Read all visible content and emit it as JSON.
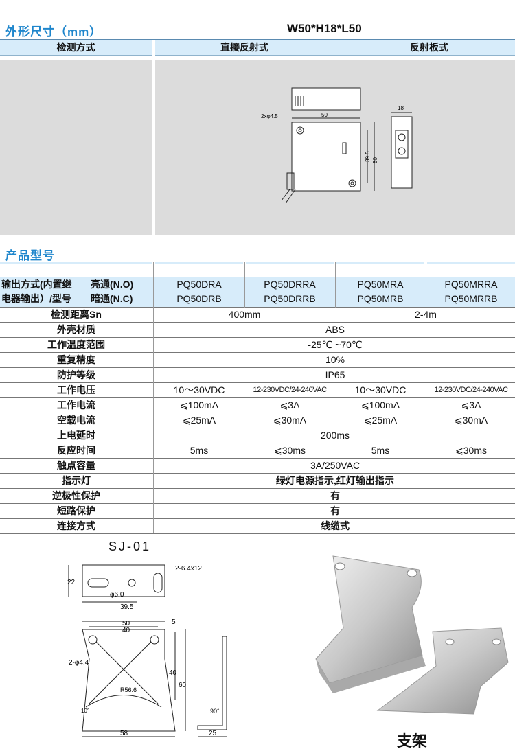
{
  "size_section": {
    "title": "外形尺寸（mm）",
    "dimension": "W50*H18*L50"
  },
  "size_header": {
    "detect_mode": "检测方式",
    "direct": "直接反射式",
    "reflector": "反射板式"
  },
  "drawing": {
    "hole": "2xφ4.5",
    "w50": "50",
    "h395": "39.5",
    "h50": "50",
    "w18": "18"
  },
  "model_section": {
    "title": "产品型号"
  },
  "model_rows": {
    "out_label_1": "输出方式(内置继",
    "out_label_2": "电器输出）/型号",
    "no_label": "亮通(N.O)",
    "nc_label": "暗通(N.C)",
    "no": [
      "PQ50DRA",
      "PQ50DRRA",
      "PQ50MRA",
      "PQ50MRRA"
    ],
    "nc": [
      "PQ50DRB",
      "PQ50DRRB",
      "PQ50MRB",
      "PQ50MRRB"
    ]
  },
  "spec_rows": [
    {
      "label": "检测距离Sn",
      "v1": "400mm",
      "v2": "2-4m"
    },
    {
      "label": "外壳材质",
      "all": "ABS"
    },
    {
      "label": "工作温度范围",
      "all": "-25℃ ~70℃"
    },
    {
      "label": "重复精度",
      "all": "10%"
    },
    {
      "label": "防护等级",
      "all": "IP65"
    },
    {
      "label": "工作电压",
      "c": [
        "10～30VDC",
        "12-230VDC/24-240VAC",
        "10～30VDC",
        "12-230VDC/24-240VAC"
      ]
    },
    {
      "label": "工作电流",
      "c": [
        "⩽100mA",
        "⩽3A",
        "⩽100mA",
        "⩽3A"
      ]
    },
    {
      "label": "空载电流",
      "c": [
        "⩽25mA",
        "⩽30mA",
        "⩽25mA",
        "⩽30mA"
      ]
    },
    {
      "label": "上电延时",
      "all": "200ms"
    },
    {
      "label": "反应时间",
      "c": [
        "5ms",
        "⩽30ms",
        "5ms",
        "⩽30ms"
      ]
    },
    {
      "label": "触点容量",
      "all": "3A/250VAC"
    },
    {
      "label": "指示灯",
      "all": "绿灯电源指示,红灯输出指示"
    },
    {
      "label": "逆极性保护",
      "all": "有"
    },
    {
      "label": "短路保护",
      "all": "有"
    },
    {
      "label": "连接方式",
      "all": "线缆式"
    }
  ],
  "bracket": {
    "model": "SJ-01",
    "d_slot": "2-6.4x12",
    "d22": "22",
    "d_phi6": "φ6.0",
    "d395": "39.5",
    "d50": "50",
    "d40": "40",
    "d5": "5",
    "d_hole": "2-φ4.4",
    "d_r": "R56.6",
    "d10": "10°",
    "d40v": "40",
    "d60": "60",
    "d58": "58",
    "d90": "90°",
    "d25": "25",
    "caption": "支架"
  }
}
